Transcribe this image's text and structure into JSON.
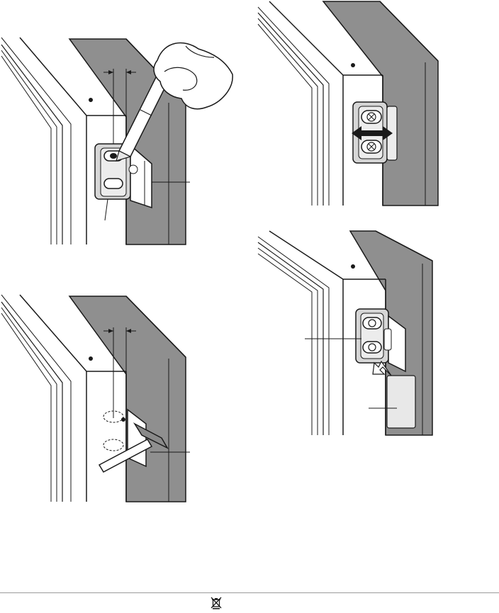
{
  "figures": [
    {
      "id": "step-mark-position",
      "callouts": 2
    },
    {
      "id": "step-adjust-slide",
      "callouts": 0
    },
    {
      "id": "step-nail-fix",
      "callouts": 1
    },
    {
      "id": "step-attach-cover",
      "callouts": 2
    }
  ],
  "footer": {
    "icon": "weee-crossed-bin-icon"
  },
  "colors": {
    "panel_gray": "#8f8f8f",
    "line": "#1a1a1a",
    "paper": "#ffffff"
  }
}
